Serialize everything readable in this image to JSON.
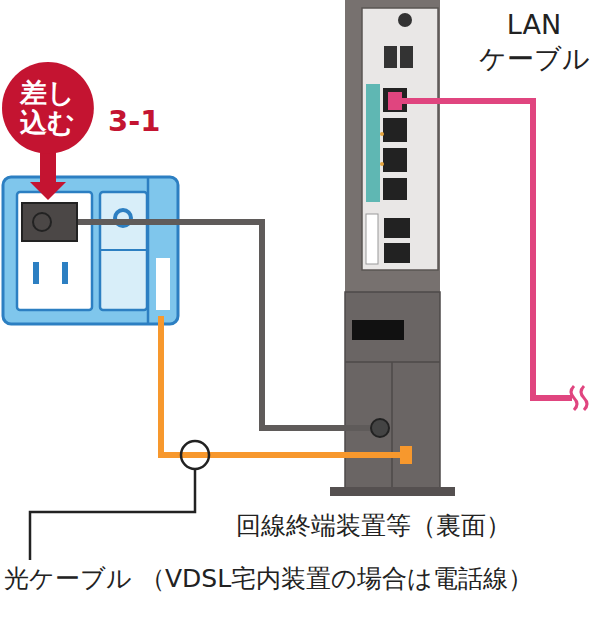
{
  "diagram": {
    "nodes": [
      {
        "text": [
          "差し 込む"
        ]
      }
    ],
    "labels": [
      "3-1",
      "LAN ケーブル",
      "回線終端装置等（裏面）",
      "光ケーブル （VDSL宅内装置の場合は電話線）"
    ]
  }
}
